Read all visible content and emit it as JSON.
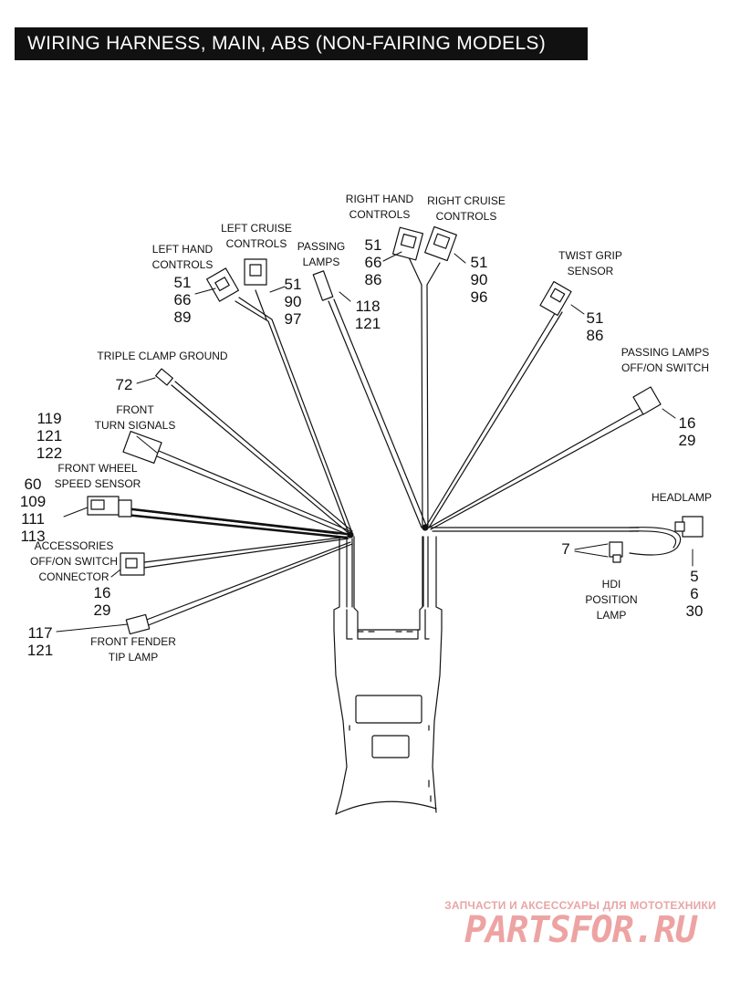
{
  "title": "WIRING HARNESS, MAIN, ABS (NON-FAIRING MODELS)",
  "callouts": {
    "left_hand_controls": {
      "label": [
        "LEFT HAND",
        "CONTROLS"
      ],
      "refs": [
        "51",
        "66",
        "89"
      ]
    },
    "left_cruise_controls": {
      "label": [
        "LEFT CRUISE",
        "CONTROLS"
      ],
      "refs": [
        "51",
        "90",
        "97"
      ]
    },
    "passing_lamps": {
      "label": [
        "PASSING",
        "LAMPS"
      ],
      "refs": [
        "118",
        "121"
      ]
    },
    "right_hand_controls": {
      "label": [
        "RIGHT HAND",
        "CONTROLS"
      ],
      "refs": [
        "51",
        "66",
        "86"
      ]
    },
    "right_cruise_controls": {
      "label": [
        "RIGHT CRUISE",
        "CONTROLS"
      ],
      "refs": [
        "51",
        "90",
        "96"
      ]
    },
    "twist_grip_sensor": {
      "label": [
        "TWIST GRIP",
        "SENSOR"
      ],
      "refs": [
        "51",
        "86"
      ]
    },
    "passing_lamps_switch": {
      "label": [
        "PASSING LAMPS",
        "OFF/ON SWITCH"
      ],
      "refs": [
        "16",
        "29"
      ]
    },
    "triple_clamp_ground": {
      "label": [
        "TRIPLE CLAMP GROUND"
      ],
      "refs": [
        "72"
      ]
    },
    "front_turn_signals": {
      "label": [
        "FRONT",
        "TURN SIGNALS"
      ],
      "refs": [
        "119",
        "121",
        "122"
      ]
    },
    "front_wheel_speed_sensor": {
      "label": [
        "FRONT WHEEL",
        "SPEED SENSOR"
      ],
      "refs": [
        "60",
        "109",
        "111",
        "113"
      ]
    },
    "accessories_switch_connector": {
      "label": [
        "ACCESSORIES",
        "OFF/ON SWITCH",
        "CONNECTOR"
      ],
      "refs": [
        "16",
        "29"
      ]
    },
    "front_fender_tip_lamp": {
      "label": [
        "FRONT FENDER",
        "TIP LAMP"
      ],
      "refs": [
        "117",
        "121"
      ]
    },
    "headlamp": {
      "label": [
        "HEADLAMP"
      ],
      "refs": [
        "5",
        "6",
        "30"
      ]
    },
    "hdi_position_lamp": {
      "label": [
        "HDI",
        "POSITION",
        "LAMP"
      ],
      "refs": [
        "7"
      ]
    }
  },
  "watermark": {
    "tagline": "ЗАПЧАСТИ И АКСЕССУАРЫ ДЛЯ МОТОТЕХНИКИ",
    "logo": "PARTSFOR.RU"
  },
  "colors": {
    "ink": "#111111",
    "paper": "#ffffff",
    "watermark": "#eea3a3"
  }
}
